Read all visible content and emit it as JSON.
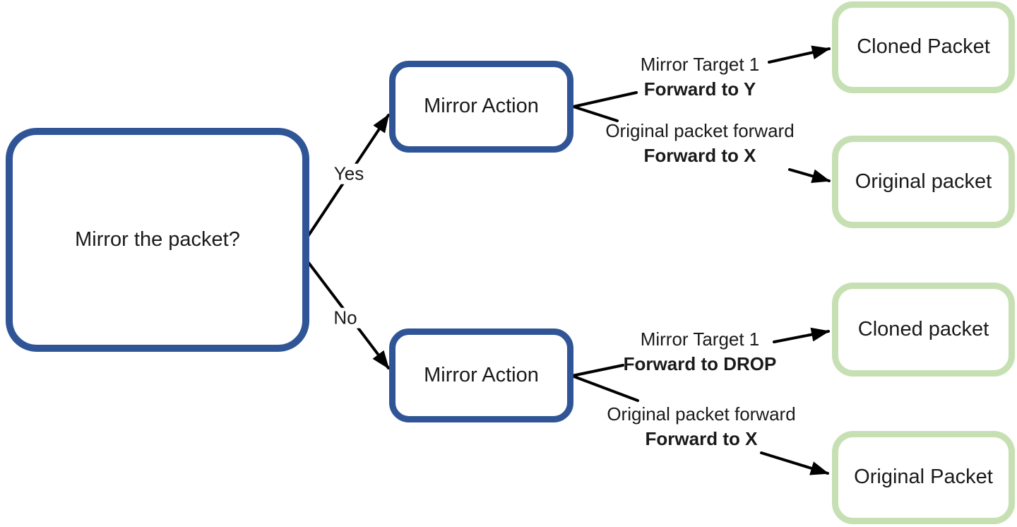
{
  "diagram": {
    "type": "flowchart",
    "decision": {
      "label": "Mirror the packet?"
    },
    "branches": [
      {
        "condition": "Yes",
        "action_label": "Mirror Action",
        "outputs": [
          {
            "edge_line1": "Mirror Target 1",
            "edge_line2": "Forward to Y",
            "result_label": "Cloned Packet"
          },
          {
            "edge_line1": "Original packet forward",
            "edge_line2": "Forward to X",
            "result_label": "Original packet"
          }
        ]
      },
      {
        "condition": "No",
        "action_label": "Mirror Action",
        "outputs": [
          {
            "edge_line1": "Mirror Target 1",
            "edge_line2": "Forward to DROP",
            "result_label": "Cloned packet"
          },
          {
            "edge_line1": "Original packet forward",
            "edge_line2": "Forward to X",
            "result_label": "Original Packet"
          }
        ]
      }
    ],
    "colors": {
      "node_border_blue": "#2F5597",
      "node_border_green": "#C6E0B4",
      "edge_color": "#000000",
      "text_color": "#1A1A1A",
      "background": "#FFFFFF"
    }
  }
}
